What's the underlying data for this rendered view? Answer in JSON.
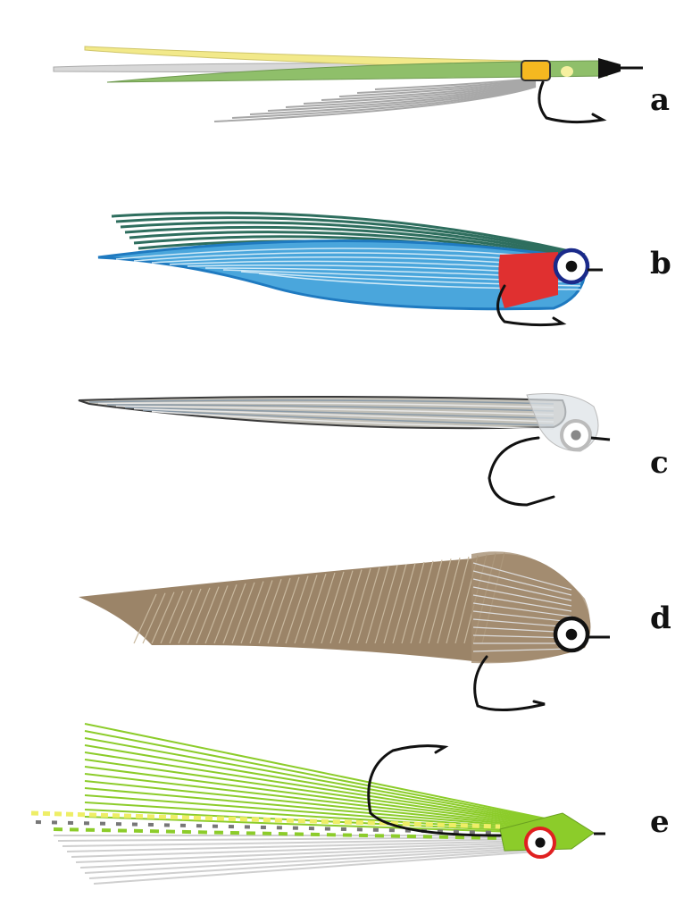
{
  "labels": [
    "a",
    "b",
    "c",
    "d",
    "e"
  ],
  "colors": {
    "a_green": "#8fbf6a",
    "a_yellow": "#f2e98a",
    "a_gray": "#b5b5b5",
    "a_eye": "#f5b820",
    "b_blue": "#4aa6dc",
    "b_dark": "#2e6e5e",
    "b_gill": "#e03030",
    "c_gray": "#9a9a92",
    "d_brown": "#9b8468",
    "e_green": "#8ccc2a",
    "e_eye": "#e02020",
    "hook": "#111111"
  }
}
